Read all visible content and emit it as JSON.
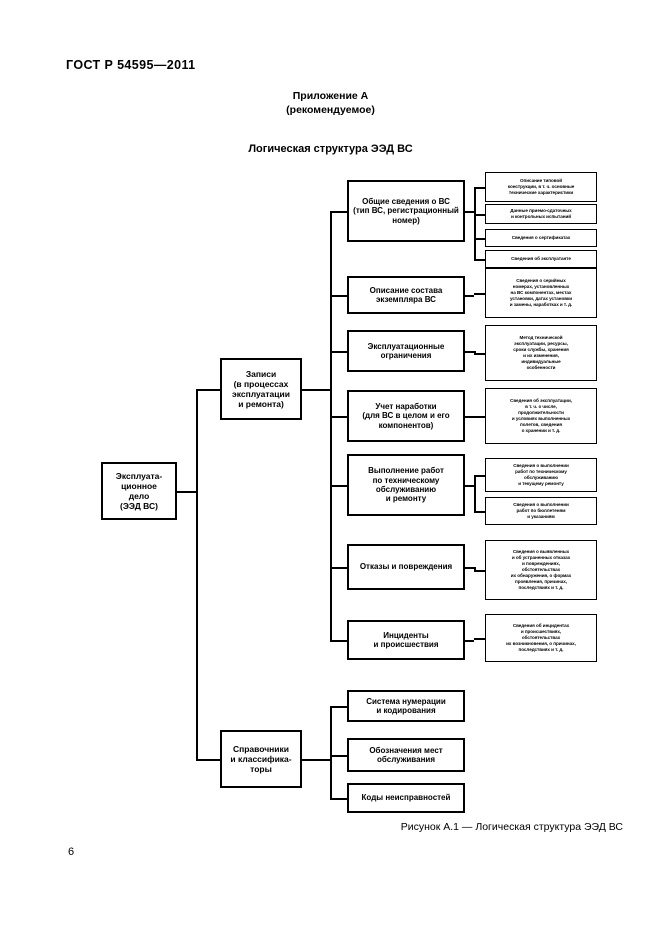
{
  "document": {
    "standard_header": "ГОСТ Р 54595—2011",
    "page_number": "6",
    "appendix_label": "Приложение А",
    "appendix_kind": "(рекомендуемое)",
    "scheme_title": "Логическая структура ЭЭД ВС",
    "figure_caption": "Рисунок А.1 — Логическая структура ЭЭД ВС"
  },
  "diagram": {
    "type": "tree",
    "root": {
      "label": "Эксплуата-\nционное\nдело\n(ЭЭД ВС)"
    },
    "branches": [
      {
        "label": "Записи\n(в процессах\nэксплуатации\nи ремонта)",
        "children": [
          {
            "label": "Общие сведения о ВС\n(тип ВС, регистрационный\nномер)",
            "details": [
              "Описание типовой\nконструкции, в т. ч. основные\nтехнические характеристики",
              "Данные приемо-сдаточных\nи контрольных испытаний",
              "Сведения о сертификатах",
              "Сведения об эксплуатанте"
            ]
          },
          {
            "label": "Описание состава\nэкземпляра ВС",
            "details": [
              "Сведения о серийных\nномерах, установленных\nна ВС компонентах, местах\nустановки, датах установки\nи замены, наработках и т. д."
            ]
          },
          {
            "label": "Эксплуатационные\nограничения",
            "details": [
              "Метод технической\nэксплуатации, ресурсы,\nсроки службы, хранения\nи их изменения,\nиндивидуальные\nособенности"
            ]
          },
          {
            "label": "Учет наработки\n(для ВС в целом и его\nкомпонентов)",
            "details": [
              "Сведения об эксплуатации,\nв т. ч. о числе,\nпродолжительности\nи условиях выполненных\nполетов, сведения\nо хранении и т. д."
            ]
          },
          {
            "label": "Выполнение работ\nпо техническому\nобслуживанию\nи ремонту",
            "details": [
              "Сведения о выполнении\nработ по техническому\nобслуживанию\nи текущему ремонту",
              "Сведения о выполнении\nработ по бюллетеням\nи указаниям"
            ]
          },
          {
            "label": "Отказы и повреждения",
            "details": [
              "Сведения о выявленных\nи об устраненных отказах\nи повреждениях,\nобстоятельствах\nих обнаружения, о формах\nпроявления, причинах,\nпоследствиях и т. д."
            ]
          },
          {
            "label": "Инциденты\nи происшествия",
            "details": [
              "Сведения об инцидентах\nи происшествиях,\nобстоятельствах\nих возникновения, о причинах,\nпоследствиях и т. д."
            ]
          }
        ]
      },
      {
        "label": "Справочники\nи классифика-\nторы",
        "children": [
          {
            "label": "Система нумерации\nи кодирования",
            "details": []
          },
          {
            "label": "Обозначения мест\nобслуживания",
            "details": []
          },
          {
            "label": "Коды неисправностей",
            "details": []
          }
        ]
      }
    ]
  }
}
